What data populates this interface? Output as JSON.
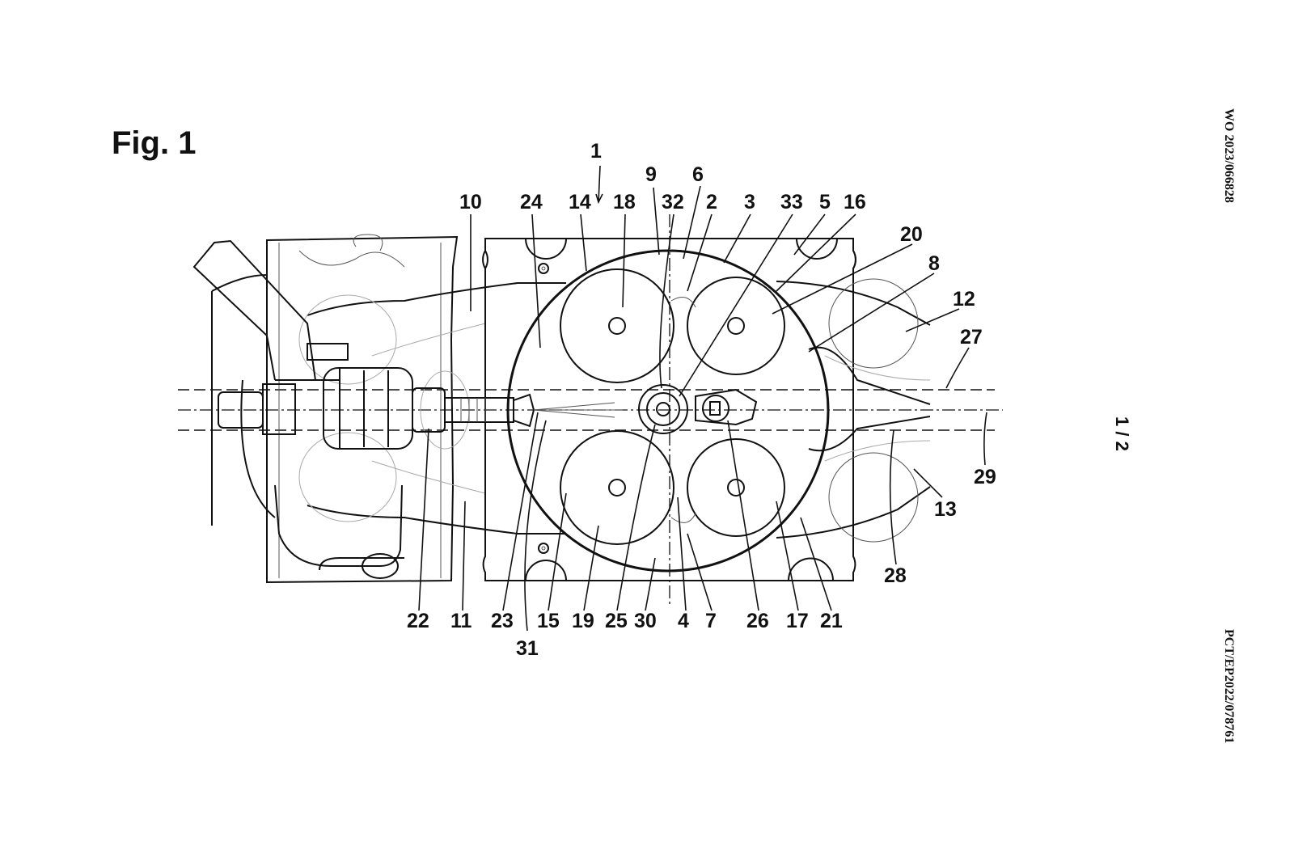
{
  "figure": {
    "title": "Fig. 1"
  },
  "side_text": {
    "publication_number": "WO 2023/066828",
    "application_number": "PCT/EP2022/078761",
    "sheet": "1 / 2"
  },
  "reference_labels": {
    "top": [
      "1",
      "9",
      "6",
      "10",
      "24",
      "14",
      "18",
      "32",
      "2",
      "3",
      "33",
      "5",
      "16",
      "20",
      "8",
      "12",
      "27"
    ],
    "bottom": [
      "22",
      "11",
      "23",
      "15",
      "19",
      "25",
      "30",
      "4",
      "7",
      "26",
      "17",
      "21",
      "31",
      "28",
      "29",
      "13"
    ]
  }
}
